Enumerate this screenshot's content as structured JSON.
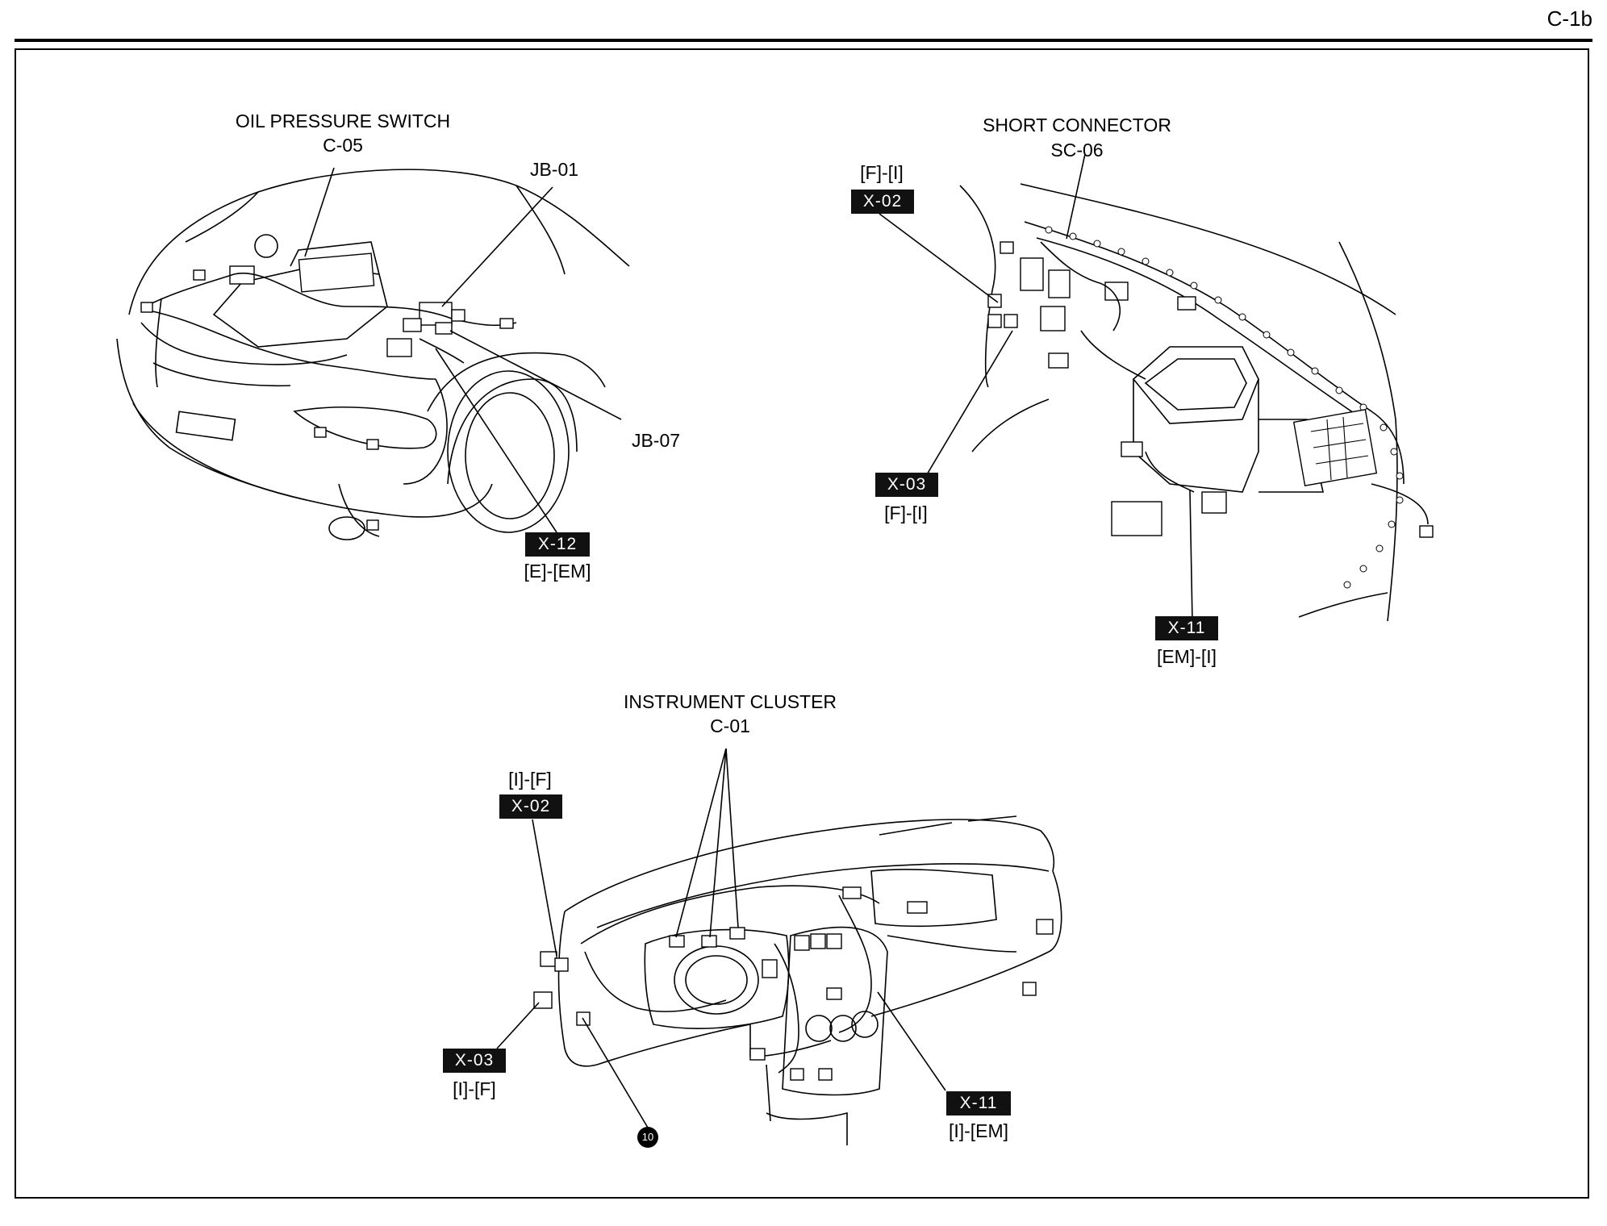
{
  "page": {
    "id": "C-1b"
  },
  "engine_bay": {
    "oil_switch": {
      "title": "OIL PRESSURE SWITCH",
      "code": "C-05"
    },
    "jb01": "JB-01",
    "jb07": "JB-07",
    "x12": {
      "tag": "X-12",
      "route": "[E]-[EM]"
    }
  },
  "cabin": {
    "short_connector": {
      "title": "SHORT CONNECTOR",
      "code": "SC-06"
    },
    "x02": {
      "route": "[F]-[I]",
      "tag": "X-02"
    },
    "x03": {
      "tag": "X-03",
      "route": "[F]-[I]"
    },
    "x11": {
      "tag": "X-11",
      "route": "[EM]-[I]"
    }
  },
  "dashboard": {
    "cluster": {
      "title": "INSTRUMENT CLUSTER",
      "code": "C-01"
    },
    "x02": {
      "route": "[I]-[F]",
      "tag": "X-02"
    },
    "x03": {
      "tag": "X-03",
      "route": "[I]-[F]"
    },
    "x11": {
      "tag": "X-11",
      "route": "[I]-[EM]"
    },
    "ground_badge": "10"
  }
}
